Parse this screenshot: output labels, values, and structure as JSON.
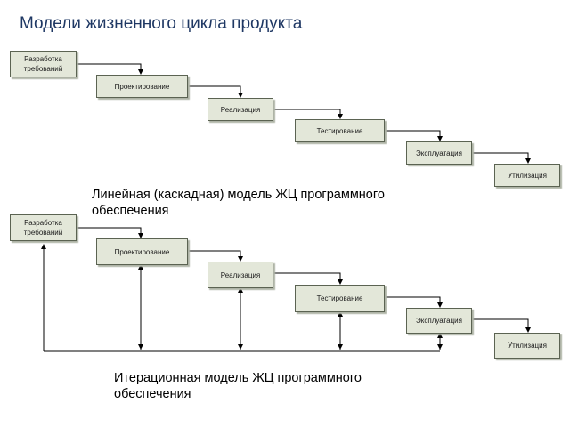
{
  "title": "Модели жизненного цикла продукта",
  "waterfall": {
    "caption_line1": "Линейная (каскадная) модель  ЖЦ программного",
    "caption_line2": "обеспечения",
    "stages": [
      "Разработка требований",
      "Проектирование",
      "Реализация",
      "Тестирование",
      "Эксплуатация",
      "Утилизация"
    ]
  },
  "iterative": {
    "caption_line1": "Итерационная модель  ЖЦ программного",
    "caption_line2": "обеспечения",
    "stages": [
      "Разработка требований",
      "Проектирование",
      "Реализация",
      "Тестирование",
      "Эксплуатация",
      "Утилизация"
    ]
  },
  "colors": {
    "box_fill": "#e3e7d9",
    "box_border": "#5b6352",
    "title": "#1f3864"
  }
}
